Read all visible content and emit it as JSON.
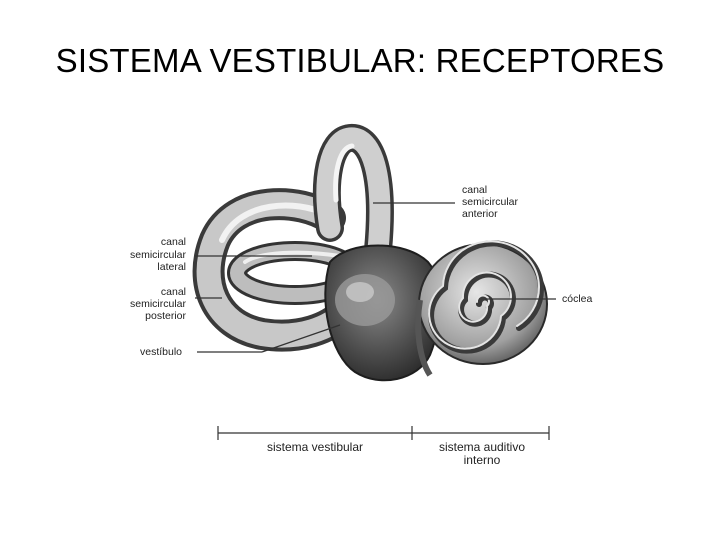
{
  "slide": {
    "title": "SISTEMA VESTIBULAR: RECEPTORES"
  },
  "labels": {
    "canal_anterior": [
      "canal",
      "semicircular",
      "anterior"
    ],
    "canal_lateral": [
      "canal",
      "semicircular",
      "lateral"
    ],
    "canal_posterior": [
      "canal",
      "semicircular",
      "posterior"
    ],
    "vestibulo": "vestíbulo",
    "coclea": "cóclea"
  },
  "scale": {
    "vestibular": "sistema vestibular",
    "auditivo": [
      "sistema auditivo",
      "interno"
    ]
  }
}
